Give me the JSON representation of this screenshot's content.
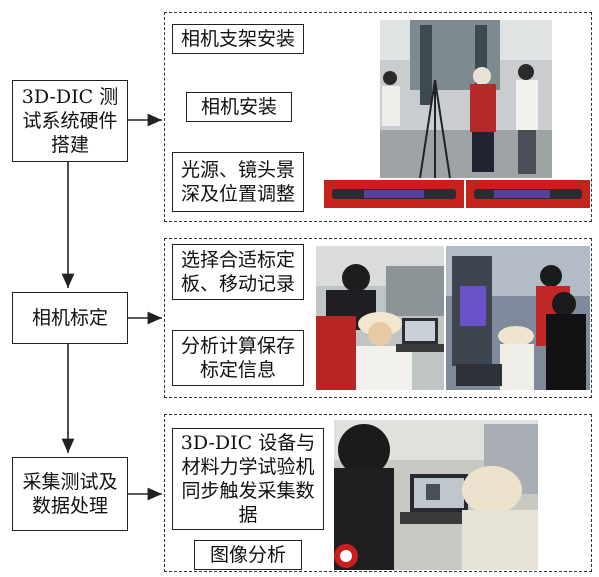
{
  "left_steps": [
    {
      "id": "hardware",
      "text": "3D-DIC 测试系统硬件搭建"
    },
    {
      "id": "calibration",
      "text": "相机标定"
    },
    {
      "id": "acquisition",
      "text": "采集测试及数据处理"
    }
  ],
  "group1": {
    "items": [
      "相机支架安装",
      "相机安装",
      "光源、镜头景深及位置调整"
    ]
  },
  "group2": {
    "items": [
      "选择合适标定板、移动记录",
      "分析计算保存标定信息"
    ]
  },
  "group3": {
    "items": [
      "3D-DIC 设备与材料力学试验机同步触发采集数据",
      "图像分析"
    ]
  }
}
